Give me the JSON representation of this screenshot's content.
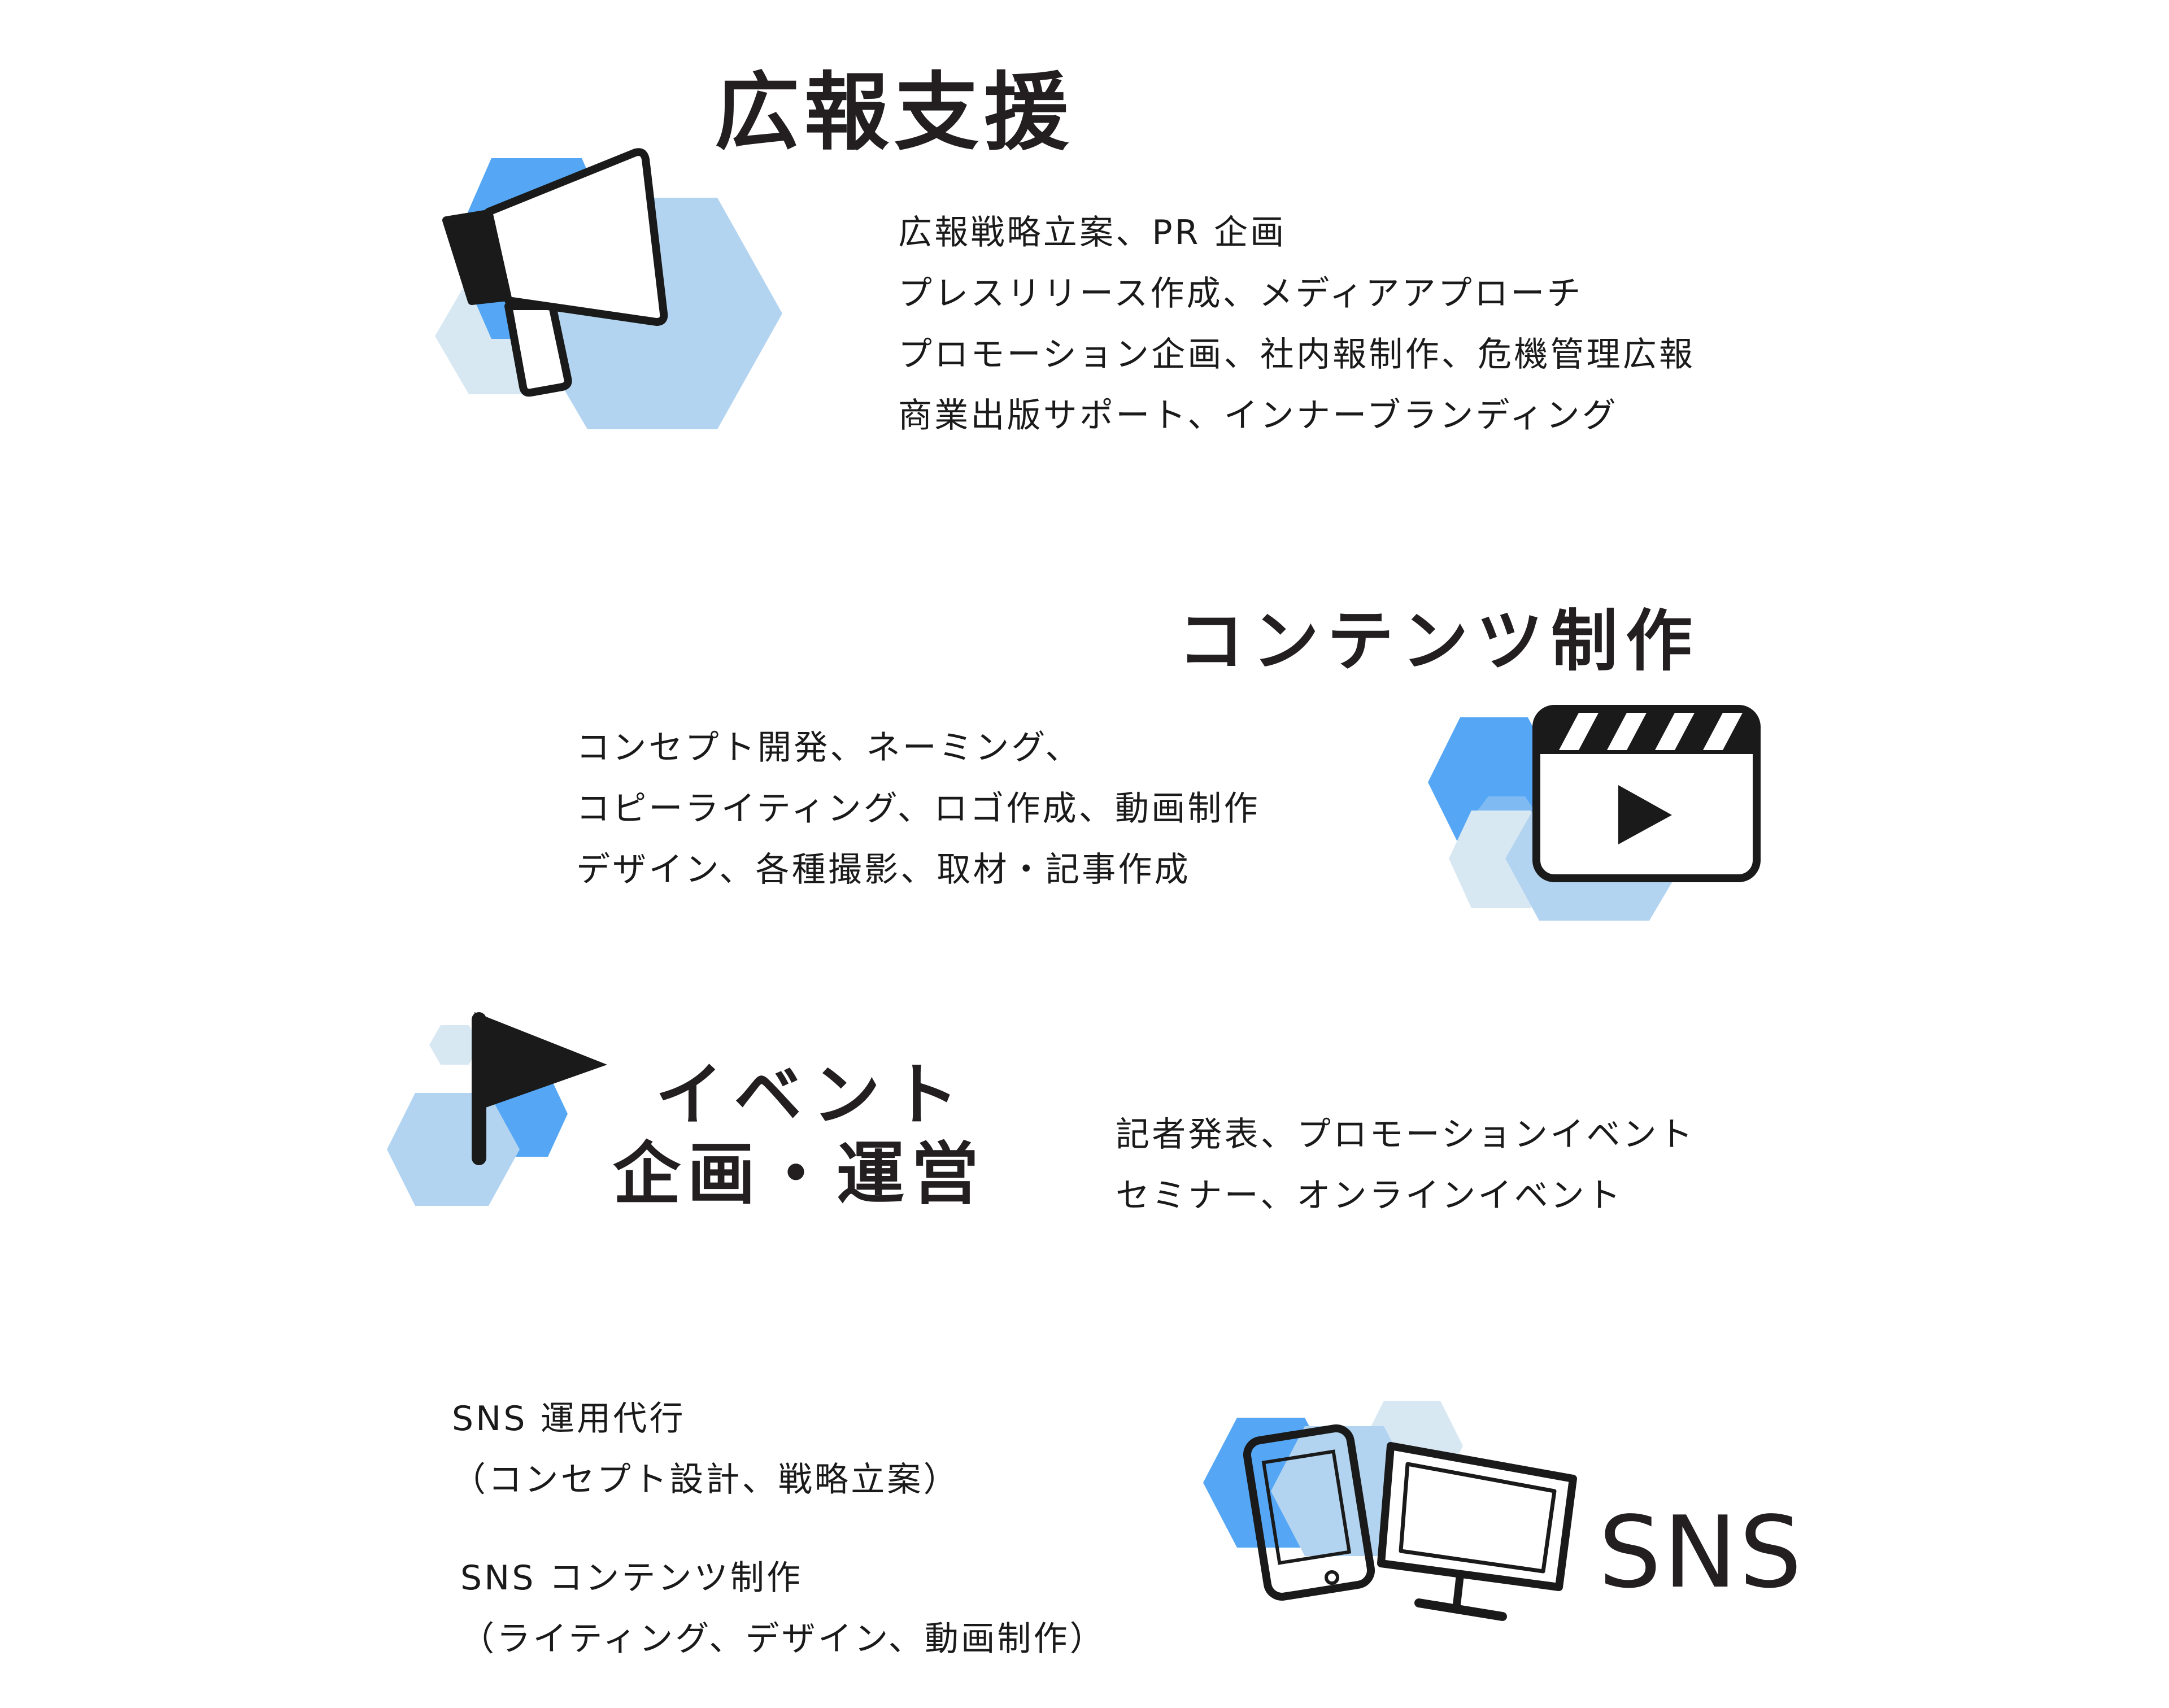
{
  "colors": {
    "hex_primary": "#55a7f5",
    "hex_light": "#b3d4f0",
    "hex_pale": "#d8e8f3",
    "icon_stroke": "#1a1a1a",
    "text": "#1a1a1a"
  },
  "sections": {
    "pr": {
      "title": "広報支援",
      "icon": "megaphone-icon",
      "lines": [
        "広報戦略立案、PR 企画",
        "プレスリリース作成、メディアアプローチ",
        "プロモーション企画、社内報制作、危機管理広報",
        "商業出版サポート、インナーブランディング"
      ]
    },
    "content": {
      "title": "コンテンツ制作",
      "icon": "clapperboard-play-icon",
      "lines": [
        "コンセプト開発、ネーミング、",
        "コピーライティング、ロゴ作成、動画制作",
        "デザイン、各種撮影、取材・記事作成"
      ]
    },
    "event": {
      "title_line1": "イベント",
      "title_line2": "企画・運営",
      "icon": "flag-icon",
      "lines": [
        "記者発表、プロモーションイベント",
        "セミナー、オンラインイベント"
      ]
    },
    "sns": {
      "title": "SNS",
      "icon": "smartphone-monitor-icon",
      "block1": [
        "SNS 運用代行",
        "（コンセプト設計、戦略立案）"
      ],
      "block2": [
        "SNS コンテンツ制作",
        "（ライティング、デザイン、動画制作）"
      ]
    }
  }
}
